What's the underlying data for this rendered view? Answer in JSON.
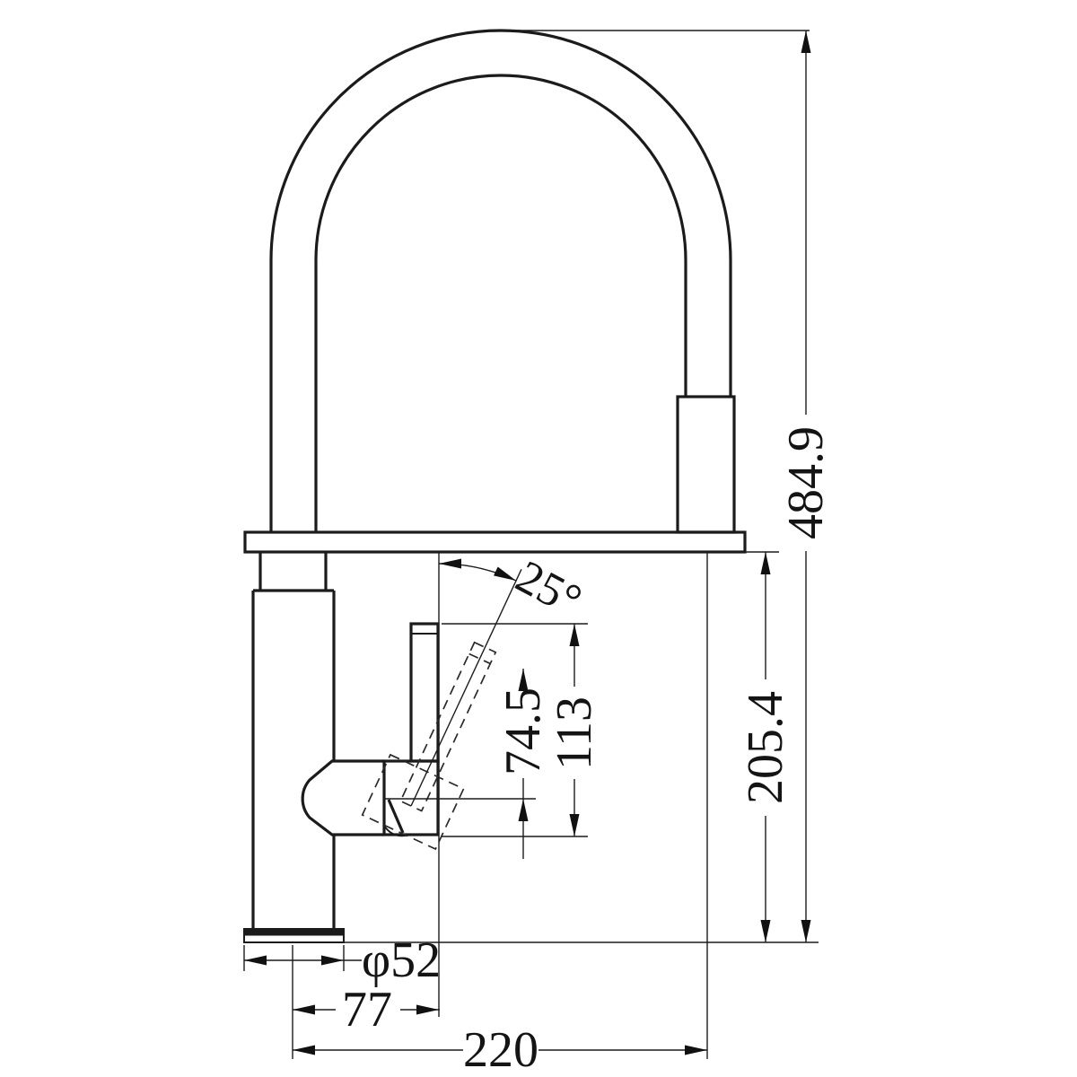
{
  "drawing": {
    "type": "technical-dimension-drawing",
    "subject": "pull-down kitchen sink mixer tap, side elevation",
    "units_shown": "mm (implied, not labelled)",
    "background_color": "#ffffff",
    "line_color": "#1b1b1b"
  },
  "dims": {
    "overall_height": "484.9",
    "deck_to_base": "205.4",
    "handle_travel": "74.5",
    "handle_height": "113",
    "handle_angle": "25°",
    "base_diameter": "φ52",
    "center_to_handle": "77",
    "center_to_spout": "220"
  }
}
